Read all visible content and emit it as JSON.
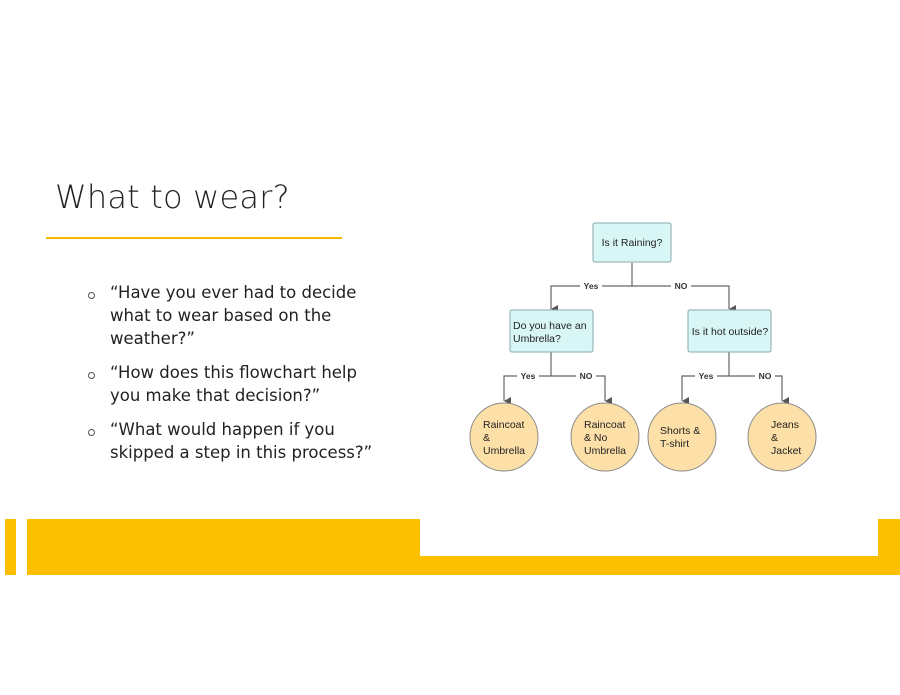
{
  "slide": {
    "title": "What to wear?",
    "bullets": [
      "“Have you ever had to decide what to wear based on the weather?”",
      "“How does this flowchart help you make that decision?”",
      "“What would happen if you skipped a step in this process?”"
    ]
  },
  "flowchart": {
    "root": "Is it Raining?",
    "yes_label": "Yes",
    "no_label": "NO",
    "left_question": [
      "Do you have an",
      "Umbrella?"
    ],
    "right_question": "Is it hot outside?",
    "left_yes_label": "Yes",
    "left_no_label": "NO",
    "right_yes_label": "Yes",
    "right_no_label": "NO",
    "outcome1": [
      "Raincoat",
      "&",
      "Umbrella"
    ],
    "outcome2": [
      "Raincoat",
      "& No",
      "Umbrella"
    ],
    "outcome3": [
      "Shorts &",
      "T-shirt"
    ],
    "outcome4": [
      "Jeans",
      "&",
      "Jacket"
    ]
  },
  "colors": {
    "accent": "#fcc000",
    "decision_fill": "#d9f6f6",
    "outcome_fill": "#fde0a8"
  }
}
